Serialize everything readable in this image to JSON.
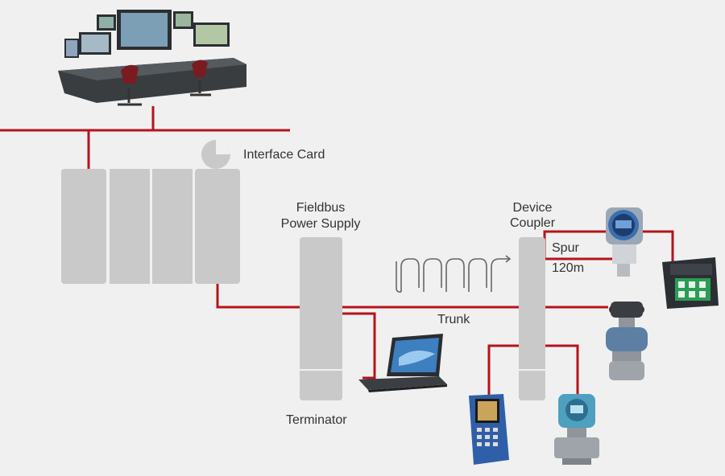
{
  "labels": {
    "interface_card": "Interface Card",
    "power_supply_line1": "Fieldbus",
    "power_supply_line2": "Power Supply",
    "device_coupler_line1": "Device",
    "device_coupler_line2": "Coupler",
    "spur": "Spur",
    "spur_length": "120m",
    "trunk": "Trunk",
    "terminator": "Terminator"
  },
  "colors": {
    "cable": "#b5141b",
    "module": "#c9c9c9",
    "background": "#f0f0f0",
    "text": "#333333"
  },
  "icons": [
    "control-room",
    "pie-chart",
    "laptop",
    "transmitter",
    "calibrator",
    "valve-actuator",
    "handheld-communicator",
    "pressure-transmitter",
    "loop-arrows"
  ]
}
